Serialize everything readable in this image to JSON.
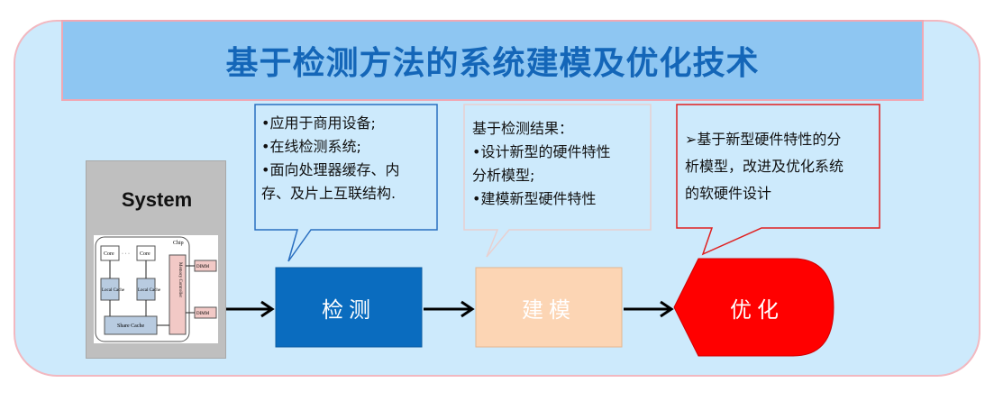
{
  "title": "基于检测方法的系统建模及优化技术",
  "system": {
    "label": "System",
    "chip": "Chip",
    "core": "Core",
    "dots": "· · ·",
    "local_cache": "Local Cache",
    "share_cache": "Share Cache",
    "memory_controller": "Memory Controller",
    "dimm": "DIMM"
  },
  "callouts": [
    {
      "lines": [
        "•应用于商用设备;",
        "•在线检测系统;",
        "•面向处理器缓存、内",
        "存、及片上互联结构."
      ]
    },
    {
      "lines": [
        "基于检测结果：",
        "•设计新型的硬件特性",
        "分析模型;",
        "•建模新型硬件特性"
      ]
    },
    {
      "lines": [
        "➢基于新型硬件特性的分",
        "析模型，改进及优化系统",
        "的软硬件设计"
      ]
    }
  ],
  "steps": [
    {
      "label": "检测",
      "color": "#0a6cbf"
    },
    {
      "label": "建模",
      "color": "#fcd5b4"
    },
    {
      "label": "优化",
      "color": "#ff0000"
    }
  ]
}
